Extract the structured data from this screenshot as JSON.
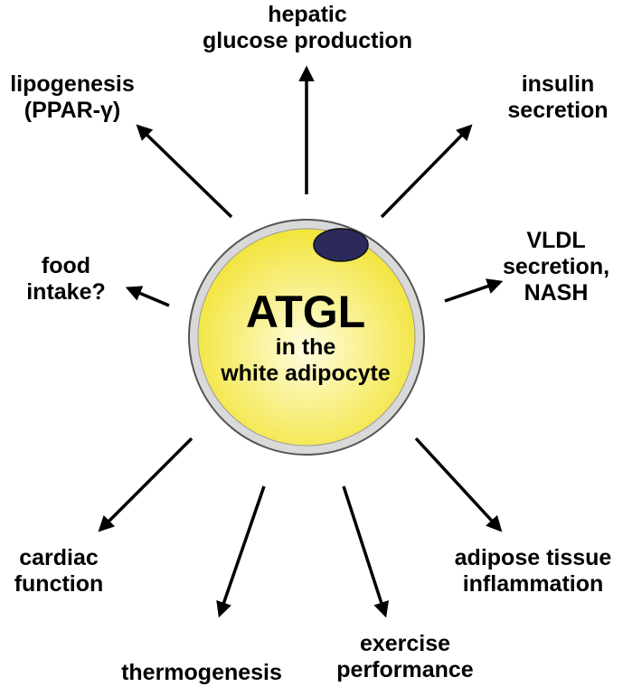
{
  "center": {
    "title": "ATGL",
    "subtitle_line1": "in the",
    "subtitle_line2": "white adipocyte"
  },
  "colors": {
    "cell_fill_center": "#fffde0",
    "cell_fill_edge": "#f2e43a",
    "cell_border": "#bdbdbd",
    "nucleus": "#2c2a5a",
    "arrow": "#000000"
  },
  "effects": [
    {
      "id": "hepatic",
      "lines": [
        "hepatic",
        "glucose production"
      ]
    },
    {
      "id": "insulin",
      "lines": [
        "insulin",
        "secretion"
      ]
    },
    {
      "id": "vldl",
      "lines": [
        "VLDL",
        "secretion,",
        "NASH"
      ]
    },
    {
      "id": "inflammation",
      "lines": [
        "adipose tissue",
        "inflammation"
      ]
    },
    {
      "id": "exercise",
      "lines": [
        "exercise",
        "performance"
      ]
    },
    {
      "id": "thermogenesis",
      "lines": [
        "thermogenesis"
      ]
    },
    {
      "id": "cardiac",
      "lines": [
        "cardiac",
        "function"
      ]
    },
    {
      "id": "food",
      "lines": [
        "food",
        "intake?"
      ]
    },
    {
      "id": "lipogenesis",
      "lines": [
        "lipogenesis",
        "(PPAR-γ)"
      ]
    }
  ]
}
